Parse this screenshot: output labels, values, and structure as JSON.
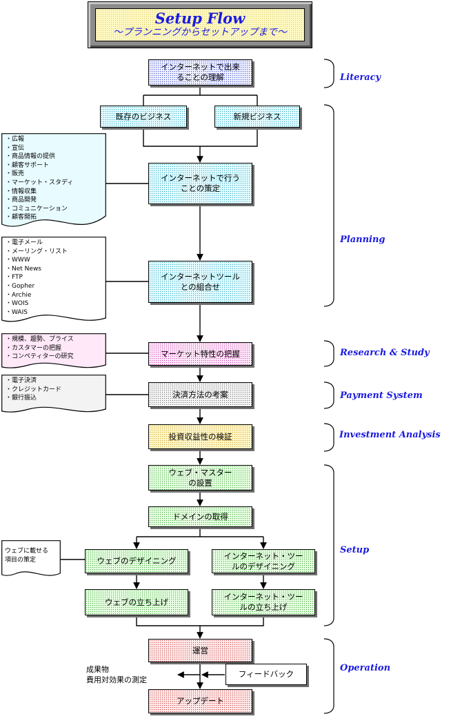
{
  "title": {
    "main": "Setup Flow",
    "sub": "～プランニングからセットアップまで～"
  },
  "boxes": {
    "literacy": [
      "インターネットで出来",
      "ることの理解"
    ],
    "existing": [
      "既存のビジネス"
    ],
    "newbiz": [
      "新規ビジネス"
    ],
    "planning": [
      "インターネットで行う",
      "ことの策定"
    ],
    "tools": [
      "インターネットツール",
      "との組合せ"
    ],
    "market": [
      "マーケット特性の把握"
    ],
    "payment": [
      "決済方法の考案"
    ],
    "investment": [
      "投資収益性の検証"
    ],
    "webmaster": [
      "ウェブ・マスター",
      "の設置"
    ],
    "domain": [
      "ドメインの取得"
    ],
    "webdesign": [
      "ウェブのデザイニング"
    ],
    "tooldesign": [
      "インターネット・ツー",
      "ルのデザイニング"
    ],
    "weblaunch": [
      "ウェブの立ち上げ"
    ],
    "toollaunch": [
      "インターネット・ツー",
      "ルの立ち上げ"
    ],
    "operation": [
      "運営"
    ],
    "feedback": [
      "フィードバック"
    ],
    "update": [
      "アップデート"
    ]
  },
  "outcome": [
    "成果物",
    "費用対効果の測定"
  ],
  "notes": {
    "planning": [
      "広報",
      "宣伝",
      "商品情報の提供",
      "顧客サポート",
      "販売",
      "マーケット・スタディ",
      "情報収集",
      "商品開発",
      "コミュニケーション",
      "顧客開拓"
    ],
    "tools": [
      "電子メール",
      "メーリング・リスト",
      "WWW",
      "Net News",
      "FTP",
      "Gopher",
      "Archie",
      "WOIS",
      "WAIS"
    ],
    "market": [
      "規模、趨勢、プライス",
      "カスタマーの把握",
      "コンペティターの研究"
    ],
    "payment": [
      "電子決済",
      "クレジットカード",
      "銀行振込"
    ],
    "web_content": [
      "ウェブに載せる",
      "項目の策定"
    ]
  },
  "phases": {
    "literacy": "Literacy",
    "planning": "Planning",
    "research": "Research & Study",
    "payment": "Payment System",
    "investment": "Investment Analysis",
    "setup": "Setup",
    "operation": "Operation"
  },
  "colors": {
    "title_text": "#1a1ae0",
    "phase_text": "#1a1ae0",
    "blue_fill": "#3a48c8",
    "cyan_fill": "#2aa8bf",
    "pink_fill": "#c23fa8",
    "gray_fill": "#707070",
    "yellow_fill": "#c9a12c",
    "green_fill": "#3fa83a",
    "red_fill": "#c83838"
  }
}
